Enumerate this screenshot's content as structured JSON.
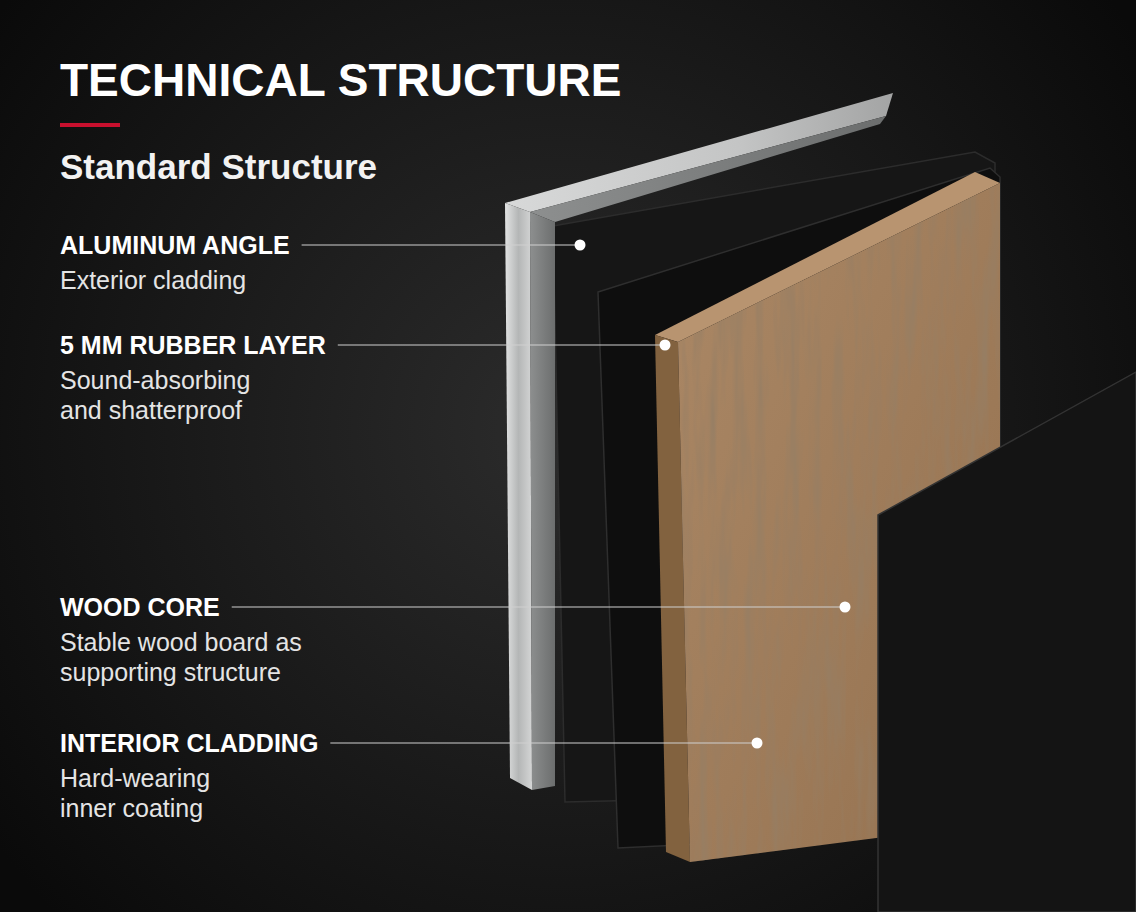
{
  "diagram": {
    "title": "TECHNICAL STRUCTURE",
    "labels": [
      "Standard Structure",
      "ALUMINUM ANGLE",
      "Exterior cladding",
      "5 MM RUBBER LAYER",
      "Sound-absorbing and shatterproof",
      "WOOD CORE",
      "Stable wood board as supporting structure",
      "INTERIOR CLADDING",
      "Hard-wearing inner coating"
    ]
  }
}
